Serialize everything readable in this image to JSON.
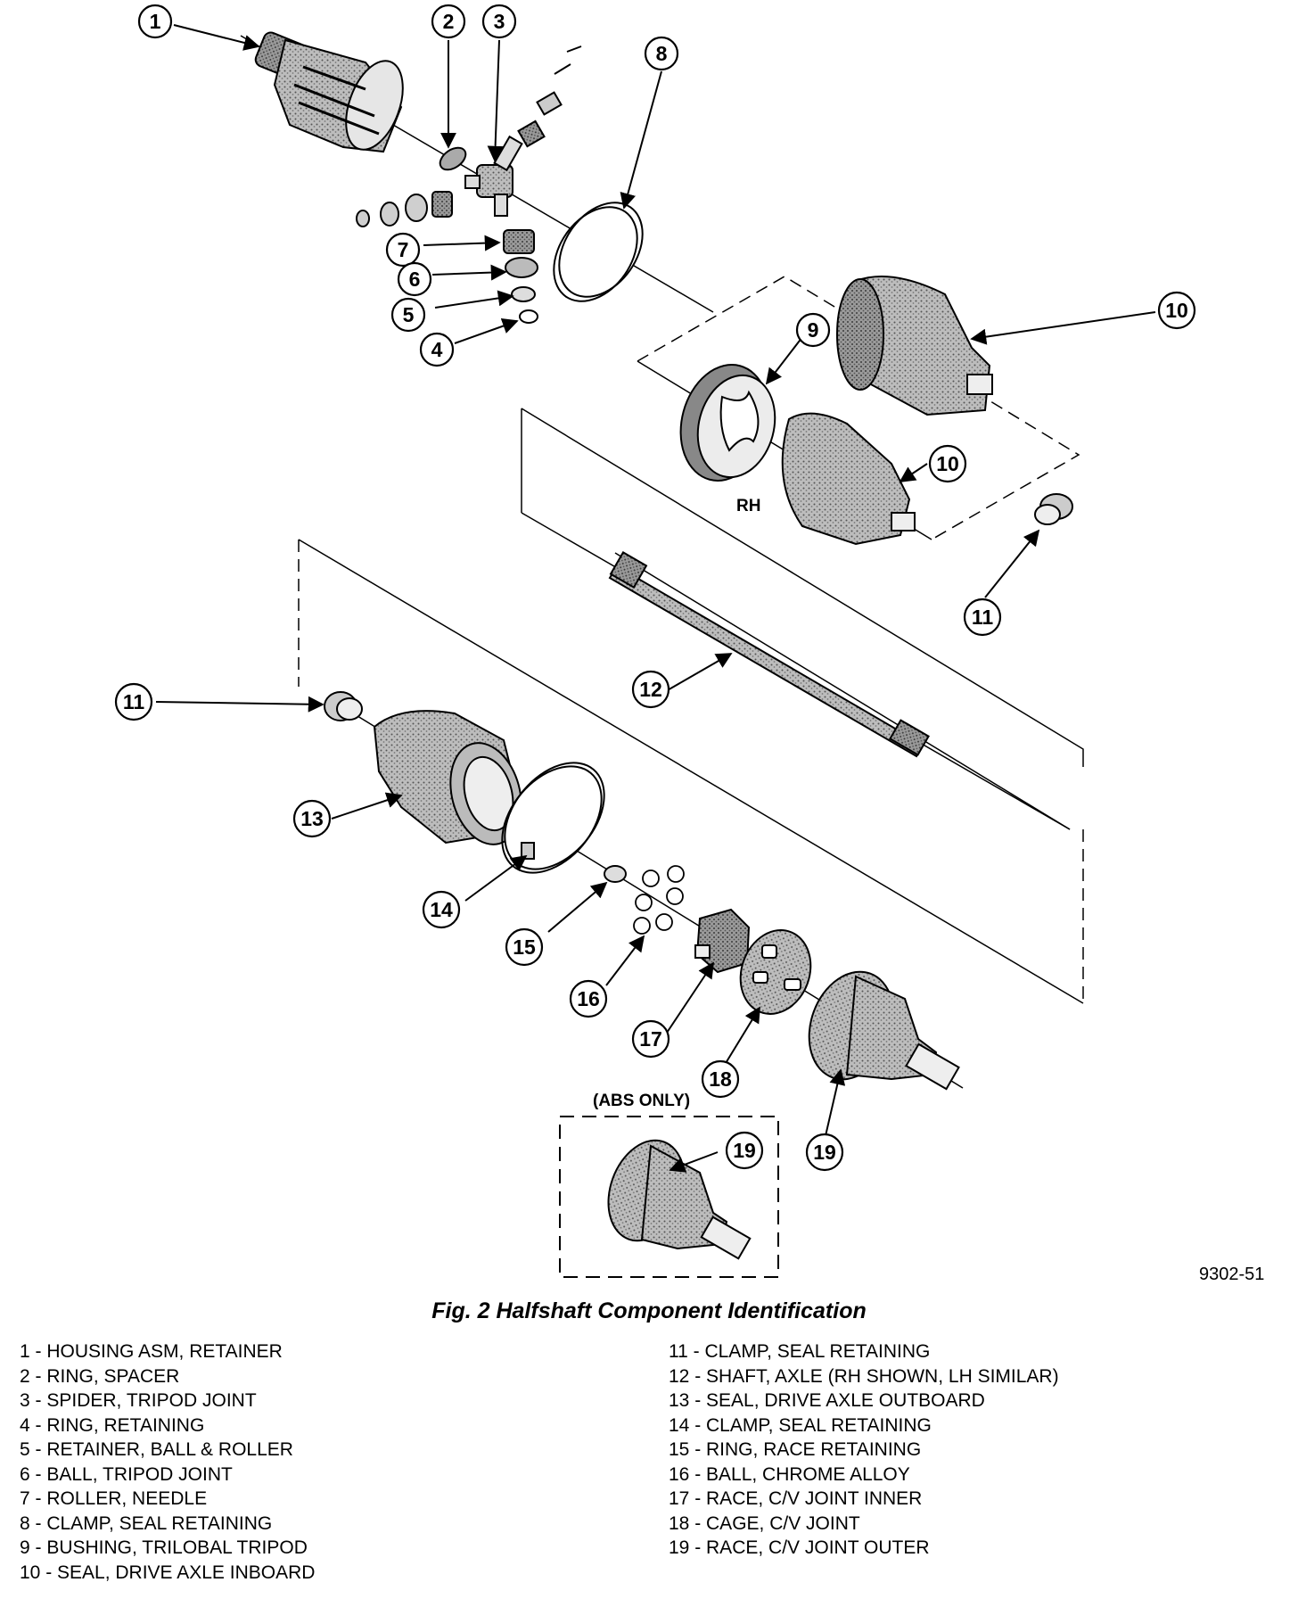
{
  "figure": {
    "caption": "Fig. 2 Halfshaft Component Identification",
    "figure_number": "9302-51",
    "rh_label": "RH",
    "abs_label": "(ABS ONLY)"
  },
  "callouts": {
    "c1": "1",
    "c2": "2",
    "c3": "3",
    "c4": "4",
    "c5": "5",
    "c6": "6",
    "c7": "7",
    "c8": "8",
    "c9": "9",
    "c10a": "10",
    "c10b": "10",
    "c11a": "11",
    "c11b": "11",
    "c12": "12",
    "c13": "13",
    "c14": "14",
    "c15": "15",
    "c16": "16",
    "c17": "17",
    "c18": "18",
    "c19a": "19",
    "c19b": "19"
  },
  "legend": {
    "left": [
      "1 - HOUSING ASM, RETAINER",
      "2 - RING, SPACER",
      "3 - SPIDER, TRIPOD JOINT",
      "4 - RING, RETAINING",
      "5 - RETAINER, BALL & ROLLER",
      "6 - BALL, TRIPOD JOINT",
      "7 - ROLLER, NEEDLE",
      "8 - CLAMP, SEAL RETAINING",
      "9 - BUSHING, TRILOBAL TRIPOD",
      "10 - SEAL, DRIVE AXLE INBOARD"
    ],
    "right": [
      "11 - CLAMP, SEAL RETAINING",
      "12 - SHAFT, AXLE (RH SHOWN, LH SIMILAR)",
      "13 - SEAL, DRIVE AXLE OUTBOARD",
      "14 - CLAMP, SEAL RETAINING",
      "15 - RING, RACE RETAINING",
      "16 - BALL, CHROME ALLOY",
      "17 - RACE, C/V JOINT INNER",
      "18 - CAGE, C/V JOINT",
      "19 - RACE, C/V JOINT OUTER"
    ]
  }
}
